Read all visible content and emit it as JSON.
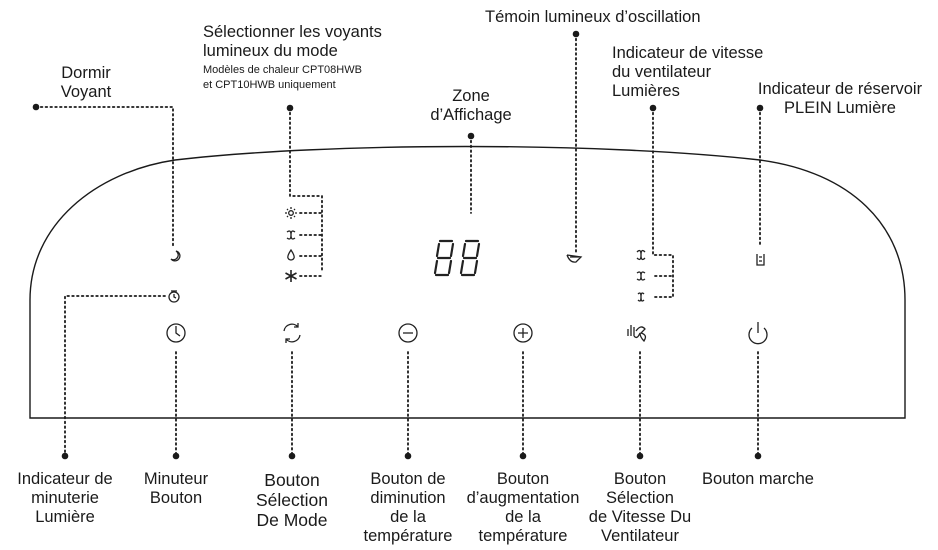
{
  "labels": {
    "sleep": [
      "Dormir",
      "Voyant"
    ],
    "mode_lights": [
      "Sélectionner les voyants",
      "lumineux du mode"
    ],
    "mode_note": [
      "Modèles de chaleur CPT08HWB",
      "et CPT10HWB uniquement"
    ],
    "display_zone": [
      "Zone",
      "d’Affichage"
    ],
    "oscillation": [
      "Témoin lumineux d’oscillation"
    ],
    "fan_speed_lights": [
      "Indicateur de vitesse",
      "du ventilateur",
      "Lumières"
    ],
    "tank_full": [
      "Indicateur de réservoir",
      "PLEIN Lumière"
    ],
    "timer_light": [
      "Indicateur de",
      "minuterie",
      "Lumière"
    ],
    "timer_button": [
      "Minuteur",
      "Bouton"
    ],
    "mode_button": [
      "Bouton",
      "Sélection",
      "De Mode"
    ],
    "temp_down": [
      "Bouton de",
      "diminution",
      "de la",
      "température"
    ],
    "temp_up": [
      "Bouton",
      "d’augmentation",
      "de la",
      "température"
    ],
    "fan_button": [
      "Bouton",
      "Sélection",
      "de Vitesse Du",
      "Ventilateur"
    ],
    "power": [
      "Bouton marche"
    ]
  },
  "display": {
    "digits": "88"
  },
  "icons": {
    "sleep_light": "moon-icon",
    "timer_light": "clock-icon",
    "mode_lights": [
      "sun-icon",
      "fan-icon",
      "droplet-icon",
      "snowflake-icon"
    ],
    "oscillation_light": "oscillation-icon",
    "fan_speed_lights": [
      "fan-high-icon",
      "fan-medium-icon",
      "fan-low-icon"
    ],
    "tank_light": "bucket-icon",
    "buttons": [
      "timer-button-icon",
      "mode-cycle-icon",
      "minus-icon",
      "plus-icon",
      "fan-speed-icon",
      "power-icon"
    ]
  }
}
